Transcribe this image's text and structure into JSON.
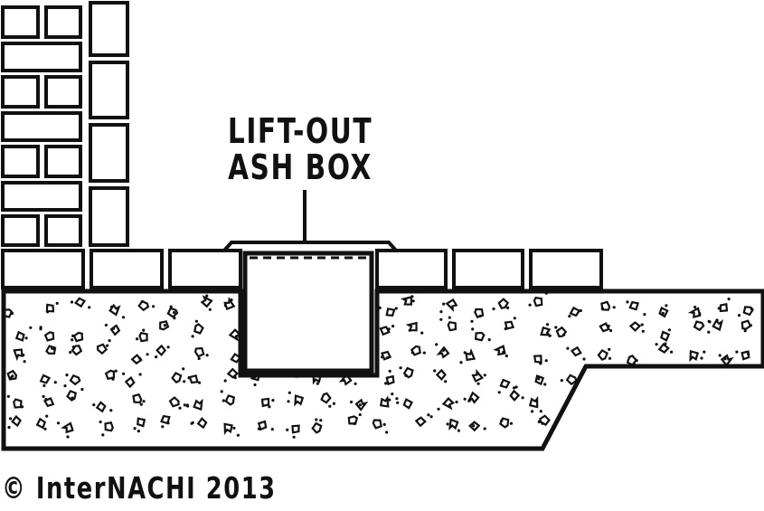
{
  "diagram": {
    "label_line1": "LIFT-OUT",
    "label_line2": "ASH BOX",
    "copyright": "© InterNACHI 2013",
    "colors": {
      "ink": "#111111",
      "background": "#ffffff"
    }
  }
}
